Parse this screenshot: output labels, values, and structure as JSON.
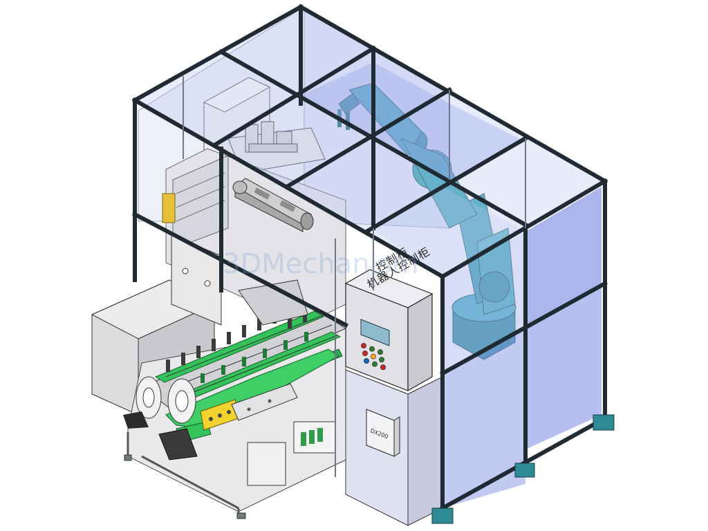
{
  "watermark": {
    "text": "3DMechanism"
  },
  "control_cabinet": {
    "sign_line1": "控制柜",
    "sign_line2": "机器人控制柜",
    "hmi_screen_text": "",
    "button_colors": [
      "#c62828",
      "#2e7d32",
      "#2e7d32",
      "#c62828",
      "#f9a825",
      "#2e7d32",
      "#1565c0",
      "#2e7d32",
      "#c62828"
    ]
  },
  "junction_box": {
    "label": "DX200"
  },
  "colors": {
    "frame": "#1f2a33",
    "glass": "#b9c6f2",
    "glass_side": "#8f9ee8",
    "robot": "#3aa6b5",
    "conveyor_green": "#34c25a",
    "machine_grey": "#d9d9dc",
    "yellow_block": "#f2d22e"
  }
}
